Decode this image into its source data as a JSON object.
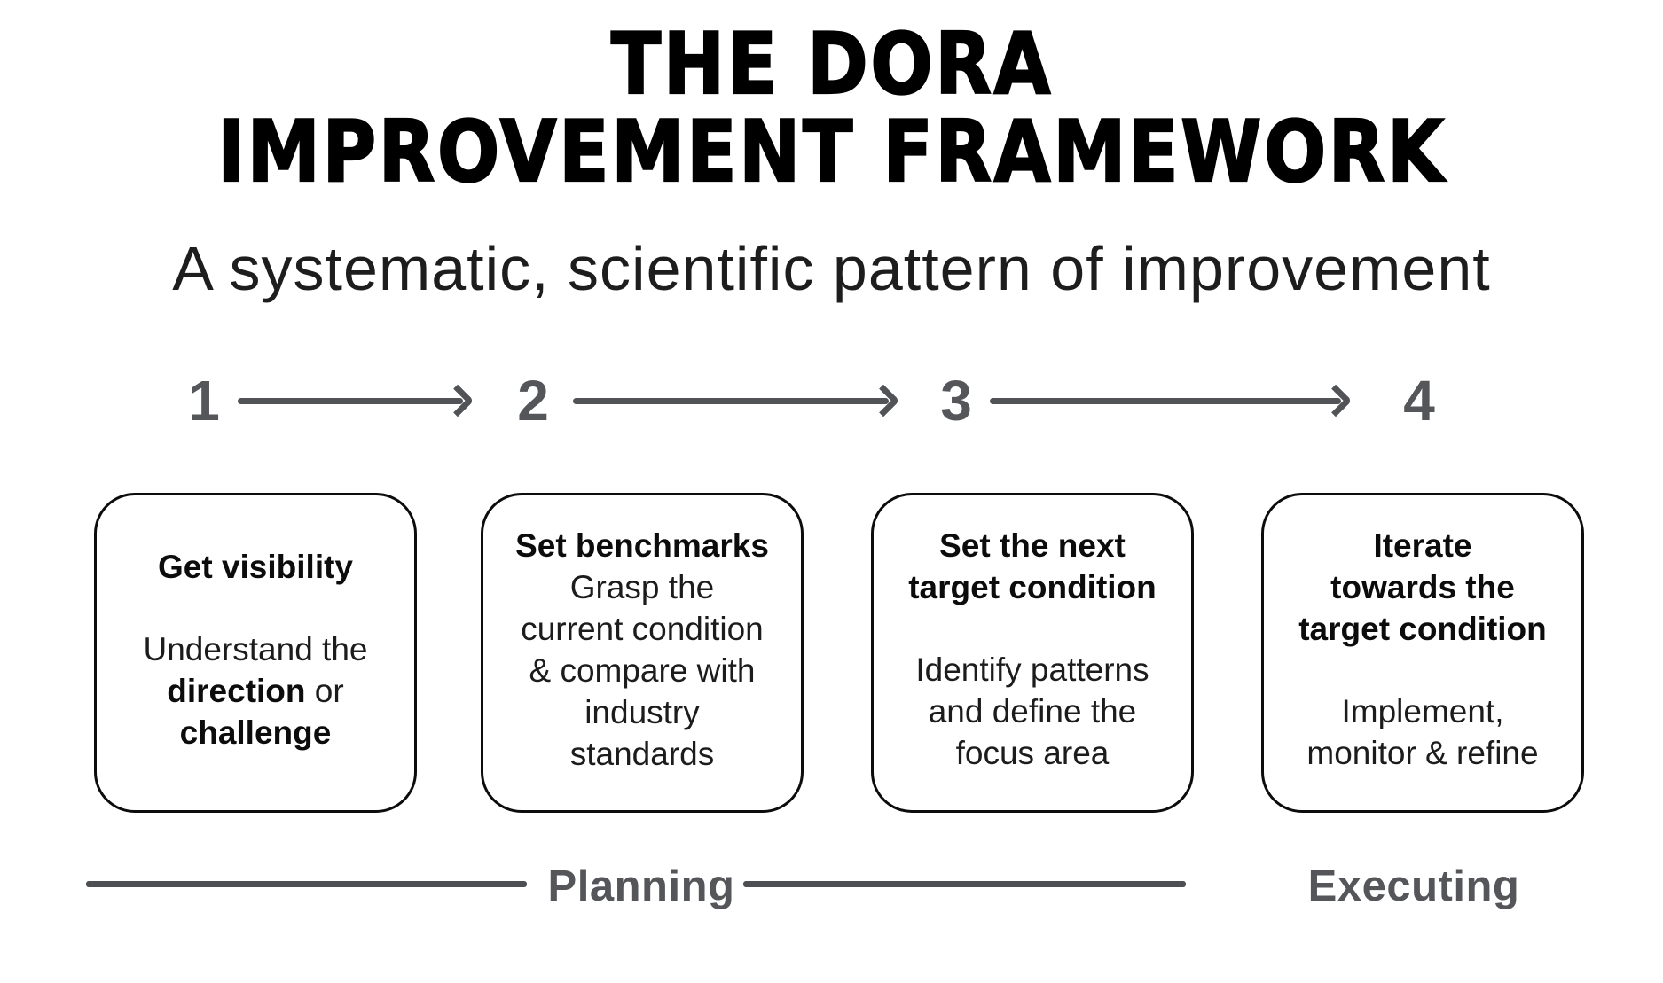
{
  "title": {
    "line1": "THE DORA",
    "line2": "IMPROVEMENT FRAMEWORK"
  },
  "subtitle": "A systematic, scientific pattern of improvement",
  "steps": [
    {
      "number": "1"
    },
    {
      "number": "2"
    },
    {
      "number": "3"
    },
    {
      "number": "4"
    }
  ],
  "cards": [
    {
      "title_lines": [
        "Get visibility"
      ],
      "body_lines": [
        {
          "segments": [
            {
              "text": "Understand the",
              "bold": false
            }
          ]
        },
        {
          "segments": [
            {
              "text": "direction",
              "bold": true
            },
            {
              "text": " or",
              "bold": false
            }
          ]
        },
        {
          "segments": [
            {
              "text": "challenge",
              "bold": true
            }
          ]
        }
      ]
    },
    {
      "title_lines": [
        "Set benchmarks"
      ],
      "body_lines": [
        {
          "segments": [
            {
              "text": "Grasp the",
              "bold": false
            }
          ]
        },
        {
          "segments": [
            {
              "text": "current condition",
              "bold": false
            }
          ]
        },
        {
          "segments": [
            {
              "text": "& compare with",
              "bold": false
            }
          ]
        },
        {
          "segments": [
            {
              "text": "industry",
              "bold": false
            }
          ]
        },
        {
          "segments": [
            {
              "text": "standards",
              "bold": false
            }
          ]
        }
      ]
    },
    {
      "title_lines": [
        "Set the next",
        "target condition"
      ],
      "body_lines": [
        {
          "segments": [
            {
              "text": "Identify patterns",
              "bold": false
            }
          ]
        },
        {
          "segments": [
            {
              "text": "and define the",
              "bold": false
            }
          ]
        },
        {
          "segments": [
            {
              "text": "focus area",
              "bold": false
            }
          ]
        }
      ]
    },
    {
      "title_lines": [
        "Iterate",
        "towards the",
        "target condition"
      ],
      "body_lines": [
        {
          "segments": [
            {
              "text": "Implement,",
              "bold": false
            }
          ]
        },
        {
          "segments": [
            {
              "text": "monitor & refine",
              "bold": false
            }
          ]
        }
      ]
    }
  ],
  "footer": {
    "planning_label": "Planning",
    "executing_label": "Executing"
  },
  "colors": {
    "background": "#ffffff",
    "text_black": "#0c0c0c",
    "accent_gray": "#55565a"
  }
}
